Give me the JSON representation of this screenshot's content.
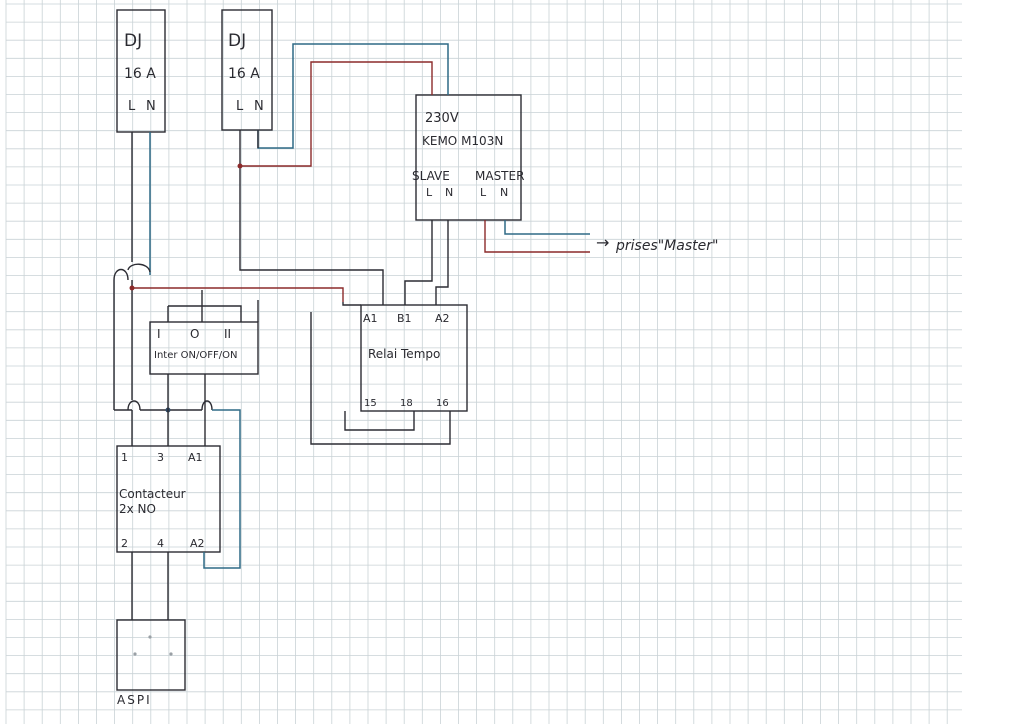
{
  "colors": {
    "paper": "#ffffff",
    "grid": "#c9d2d6",
    "ink": "#2c2c33",
    "wire_blue": "#2f6a86",
    "wire_red": "#8c2a2a"
  },
  "breaker1": {
    "name": "DJ",
    "rating": "16 A",
    "l": "L",
    "n": "N"
  },
  "breaker2": {
    "name": "DJ",
    "rating": "16 A",
    "l": "L",
    "n": "N"
  },
  "kemo": {
    "voltage": "230V",
    "model": "KEMO M103N",
    "slave": "SLAVE",
    "master": "MASTER",
    "slave_l": "L",
    "slave_n": "N",
    "master_l": "L",
    "master_n": "N"
  },
  "inter": {
    "t1": "I",
    "t0": "O",
    "t2": "II",
    "label": "Inter ON/OFF/ON"
  },
  "relay": {
    "a1": "A1",
    "b1": "B1",
    "a2": "A2",
    "label": "Relai Tempo",
    "p15": "15",
    "p18": "18",
    "p16": "16"
  },
  "contactor": {
    "p1": "1",
    "p3": "3",
    "pa1": "A1",
    "label1": "Contacteur",
    "label2": "2x NO",
    "p2": "2",
    "p4": "4",
    "pa2": "A2"
  },
  "aspi": {
    "label": "ASPI"
  },
  "output": {
    "arrow": "→",
    "label": "prises\"Master\""
  }
}
